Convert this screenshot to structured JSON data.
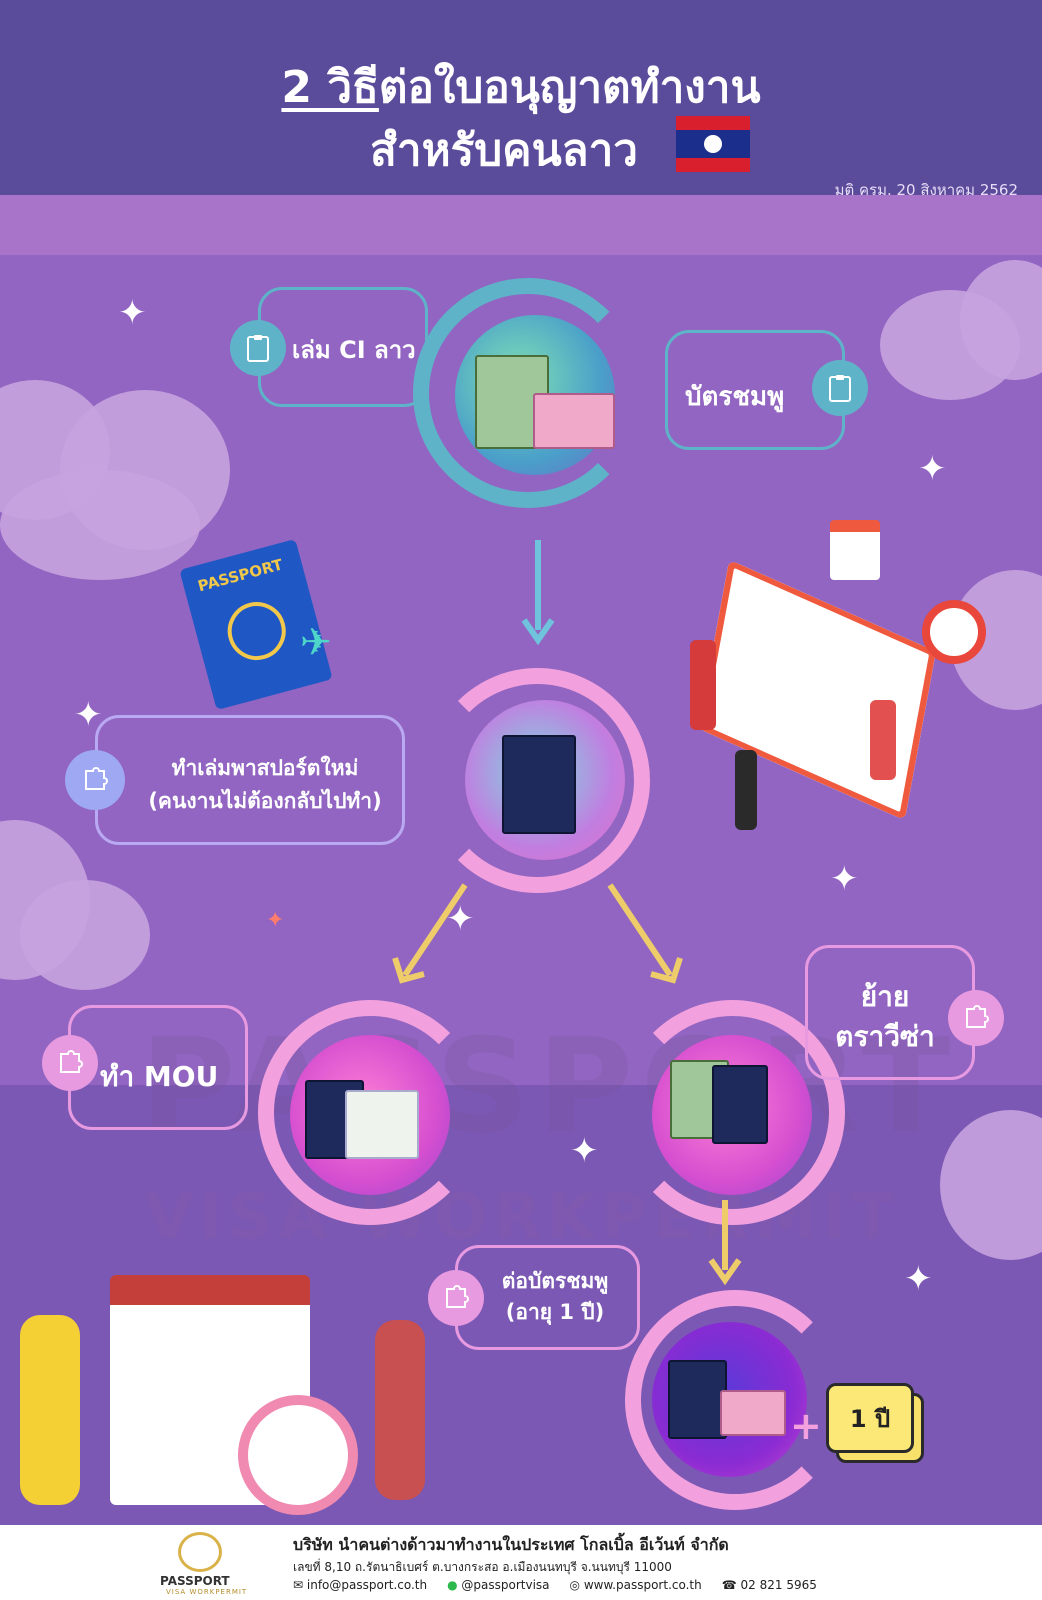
{
  "header": {
    "title_line1_underlined": "2 วิธี",
    "title_line1_rest": "ต่อใบอนุญาตทำงาน",
    "title_line2": "สำหรับคนลาว",
    "date": "มติ ครม. 20 สิงหาคม 2562"
  },
  "steps": {
    "ci_book": "เล่ม CI ลาว",
    "pink_card": "บัตรชมพู",
    "new_passport_line1": "ทำเล่มพาสปอร์ตใหม่",
    "new_passport_line2": "(คนงานไม่ต้องกลับไปทำ)",
    "mou": "ทำ MOU",
    "move_visa_line1": "ย้าย",
    "move_visa_line2": "ตราวีซ่า",
    "renew_card_line1": "ต่อบัตรชมพู",
    "renew_card_line2": "(อายุ 1 ปี)",
    "one_year": "1 ปี"
  },
  "illustration": {
    "passport_label": "PASSPORT"
  },
  "watermark": {
    "line1": "PASSPORT",
    "line2": "VISA WORKPERMIT"
  },
  "footer": {
    "logo_name": "PASSPORT",
    "logo_sub": "VISA WORKPERMIT",
    "company": "บริษัท นำคนต่างด้าวมาทำงานในประเทศ โกลเบิ้ล อีเว้นท์ จำกัด",
    "address": "เลขที่ 8,10 ถ.รัตนาธิเบศร์ ต.บางกระสอ อ.เมืองนนทบุรี จ.นนทบุรี 11000",
    "email": "info@passport.co.th",
    "line": "@passportvisa",
    "website": "www.passport.co.th",
    "phone": "02 821 5965"
  },
  "colors": {
    "header_bg": "#5b4c9b",
    "teal_ring": "#5fb3c9",
    "pink_ring": "#f2a0de",
    "magenta_ring": "#d768d6",
    "arrow_yellow": "#efcc6a"
  }
}
